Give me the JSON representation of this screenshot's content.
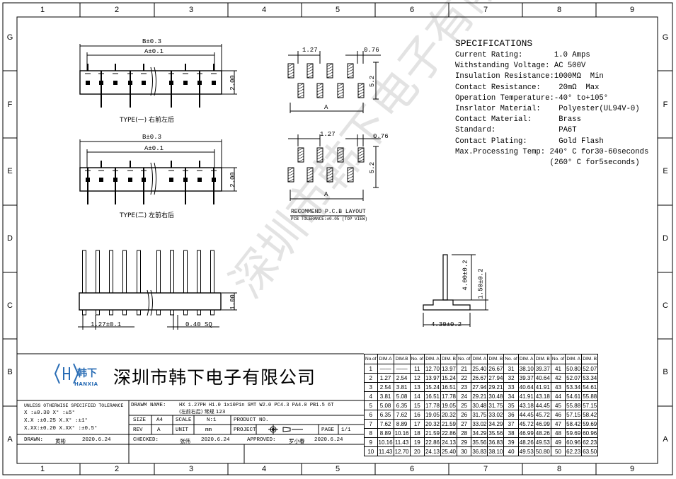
{
  "zones": {
    "columns": [
      "1",
      "2",
      "3",
      "4",
      "5",
      "6",
      "7",
      "8",
      "9"
    ],
    "rows": [
      "G",
      "F",
      "E",
      "D",
      "C",
      "B",
      "A"
    ]
  },
  "specifications": {
    "title": "SPECIFICATIONS",
    "lines": [
      "Current Rating:       1.0 Amps",
      "Withstanding Voltage: AC 500V",
      "Insulation Resistance:1000MΩ  Min",
      "Contact Resistance:    20mΩ  Max",
      "Operation Temperature:-40° to+105°",
      "Insrlator Material:    Polyester(UL94V-0)",
      "Contact Material:      Brass",
      "Standard:              PA6T",
      "Contact Plating:       Gold Flash",
      "Max.Processing Temp: 240° C for30-60seconds",
      "                     (260° C for5seconds)"
    ]
  },
  "drawing_labels": {
    "b_tol_1": "B±0.3",
    "a_tol_1": "A±0.1",
    "height_1": "2.00",
    "type1": "TYPE(一) 右前左后",
    "b_tol_2": "B±0.3",
    "a_tol_2": "A±0.1",
    "height_2": "2.00",
    "type2": "TYPE(二) 左前右后",
    "pitch_top": "1.27",
    "pad_top": "0.76",
    "dim_5_2_top": "5.2",
    "a_top": "A",
    "pitch_bot": "1.27",
    "pad_bot": "0.76",
    "dim_5_2_bot": "5.2",
    "a_bot": "A",
    "recommend": "RECOMMEND P.C.B LAYOUT",
    "pcb_tol": "PCB TOLERANCE:±0.05 (TOP VIEW)",
    "front_height": "1.00",
    "pitch_front": "1.27±0.1",
    "pin_sq": "0.40 SQ",
    "side_400": "4.00±0.2",
    "side_150": "1.50±0.2",
    "side_430": "4.30±0.2"
  },
  "company": {
    "name_cn": "深圳市韩下电子有限公司",
    "brand_cn": "韩下",
    "brand_en": "HANXIA",
    "watermark": "深圳市韩下电子有限公司"
  },
  "title_block": {
    "tolerance_title": "UNLESS OTHERWISE SPECIFIED TOLERANCE",
    "tol_rows": [
      "X    :±0.30  X°   :±5°",
      "X.X  :±0.25  X.X° :±1°",
      "X.XX:±0.20  X.XX° :±0.5°"
    ],
    "drawn_label": "DRAWN:",
    "drawn_name": "黄彬",
    "drawn_date": "2020.6.24",
    "drawm_name_label": "DRAWM NAME:",
    "drawm_name_value": "HX 1.27PH H1.0 1x10Pin SMT W2.0 PC4.3 PA4.0 PB1.5 6T",
    "drawm_name_value2": "(左前右后) 常规 123",
    "size_label": "SIZE",
    "size_value": "A4",
    "scale_label": "SCALE",
    "scale_value": "N:1",
    "product_no_label": "PRODUCT NO.",
    "rev_label": "REV",
    "rev_value": "A",
    "unit_label": "UNIT",
    "unit_value": "mm",
    "project_label": "PROJECT",
    "page_label": "PAGE",
    "page_value": "1/1",
    "checked_label": "CHECKED:",
    "checked_name": "张伟",
    "checked_date": "2020.6.24",
    "approved_label": "APPROVED:",
    "approved_name": "罗小春",
    "approved_date": "2020.6.24"
  },
  "dim_table": {
    "headers": [
      "No.of",
      "DIM.A",
      "DIM.B",
      "No. of",
      "DIM. A",
      "DIM. B",
      "No. of",
      "DIM. A",
      "DIM. B",
      "No. of",
      "DIM. A",
      "DIM. B",
      "No. of",
      "DIM. A",
      "DIM. B"
    ],
    "rows": [
      [
        "1",
        "——",
        "——",
        "11",
        "12.70",
        "13.97",
        "21",
        "25.40",
        "26.67",
        "31",
        "38.10",
        "39.37",
        "41",
        "50.80",
        "52.07"
      ],
      [
        "2",
        "1.27",
        "2.54",
        "12",
        "13.97",
        "15.24",
        "22",
        "26.67",
        "27.94",
        "32",
        "39.37",
        "40.64",
        "42",
        "52.07",
        "53.34"
      ],
      [
        "3",
        "2.54",
        "3.81",
        "13",
        "15.24",
        "16.51",
        "23",
        "27.94",
        "29.21",
        "33",
        "40.64",
        "41.91",
        "43",
        "53.34",
        "54.61"
      ],
      [
        "4",
        "3.81",
        "5.08",
        "14",
        "16.51",
        "17.78",
        "24",
        "29.21",
        "30.48",
        "34",
        "41.91",
        "43.18",
        "44",
        "54.61",
        "55.88"
      ],
      [
        "5",
        "5.08",
        "6.35",
        "15",
        "17.78",
        "19.05",
        "25",
        "30.48",
        "31.75",
        "35",
        "43.18",
        "44.45",
        "45",
        "55.88",
        "57.15"
      ],
      [
        "6",
        "6.35",
        "7.62",
        "16",
        "19.05",
        "20.32",
        "26",
        "31.75",
        "33.02",
        "36",
        "44.45",
        "45.72",
        "46",
        "57.15",
        "58.42"
      ],
      [
        "7",
        "7.62",
        "8.89",
        "17",
        "20.32",
        "21.59",
        "27",
        "33.02",
        "34.29",
        "37",
        "45.72",
        "46.99",
        "47",
        "58.42",
        "59.69"
      ],
      [
        "8",
        "8.89",
        "10.16",
        "18",
        "21.59",
        "22.86",
        "28",
        "34.29",
        "35.56",
        "38",
        "46.99",
        "48.26",
        "48",
        "59.69",
        "60.96"
      ],
      [
        "9",
        "10.16",
        "11.43",
        "19",
        "22.86",
        "24.13",
        "29",
        "35.56",
        "36.83",
        "39",
        "48.26",
        "49.53",
        "49",
        "60.96",
        "62.23"
      ],
      [
        "10",
        "11.43",
        "12.70",
        "20",
        "24.13",
        "25.40",
        "30",
        "36.83",
        "38.10",
        "40",
        "49.53",
        "50.80",
        "50",
        "62.23",
        "63.50"
      ]
    ]
  }
}
